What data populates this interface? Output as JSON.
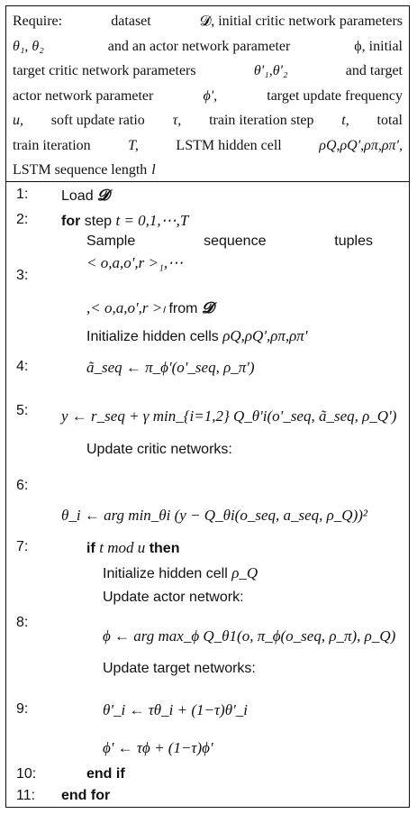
{
  "require": {
    "line1_a": "Require:",
    "line1_b": "dataset",
    "line1_c": "𝓓, initial critic network parameters",
    "line2_a": "θ₁, θ₂",
    "line2_b": "and an actor network parameter",
    "line2_c": "ϕ, initial",
    "line3_a": "target critic network parameters",
    "line3_b": "θ'₁,θ'₂",
    "line3_c": "and target",
    "line4_a": "actor network parameter",
    "line4_b": "ϕ',",
    "line4_c": "target update frequency",
    "line5_a": "u,",
    "line5_b": "soft update ratio",
    "line5_c": "τ,",
    "line5_d": "train iteration step",
    "line5_e": "t,",
    "line5_f": "total",
    "line6_a": "train iteration",
    "line6_b": "T,",
    "line6_c": "LSTM hidden cell",
    "line6_d": "ρQ,ρQ',ρπ,ρπ',",
    "line7_a": "LSTM sequence length",
    "line7_b": "l"
  },
  "steps": {
    "n1": "1:",
    "n2": "2:",
    "n3": "3:",
    "n4": "4:",
    "n5": "5:",
    "n6": "6:",
    "n7": "7:",
    "n8": "8:",
    "n9": "9:",
    "n10": "10:",
    "n11": "11:",
    "s1_kw": "Load",
    "s1_math": "𝓓",
    "s2_kw": "for",
    "s2_text": "step",
    "s2_math": "t = 0,1,⋯,T",
    "s3_w1": "Sample",
    "s3_w2": "sequence",
    "s3_w3": "tuples",
    "s3_math1": "< o,a,o',r >₁,⋯",
    "s3_math2": ",< o,a,o',r >ₗ",
    "s3_from": "from",
    "s3_math3": "𝓓",
    "s3_init": "Initialize hidden cells",
    "s3_init_math": "ρQ,ρQ',ρπ,ρπ'",
    "s4_math": "ã_seq ← π_ϕ'(o'_seq, ρ_π')",
    "s5_math": "y ← r_seq + γ min_{i=1,2} Q_θ'i(o'_seq, ã_seq, ρ_Q')",
    "s5_update": "Update critic networks:",
    "s6_math": "θ_i ← arg min_θi (y − Q_θi(o_seq, a_seq, ρ_Q))²",
    "s7_kw": "if",
    "s7_math": "t mod u",
    "s7_kw2": "then",
    "s7_init": "Initialize hidden cell",
    "s7_init_math": "ρ_Q",
    "s7_update": "Update actor network:",
    "s8_math": "ϕ ← arg max_ϕ Q_θ1(o, π_ϕ(o_seq, ρ_π), ρ_Q)",
    "s8_update": "Update target networks:",
    "s9_math1": "θ'_i ← τθ_i + (1−τ)θ'_i",
    "s9_math2": "ϕ' ← τϕ + (1−τ)ϕ'",
    "s10_kw": "end if",
    "s11_kw": "end for"
  }
}
